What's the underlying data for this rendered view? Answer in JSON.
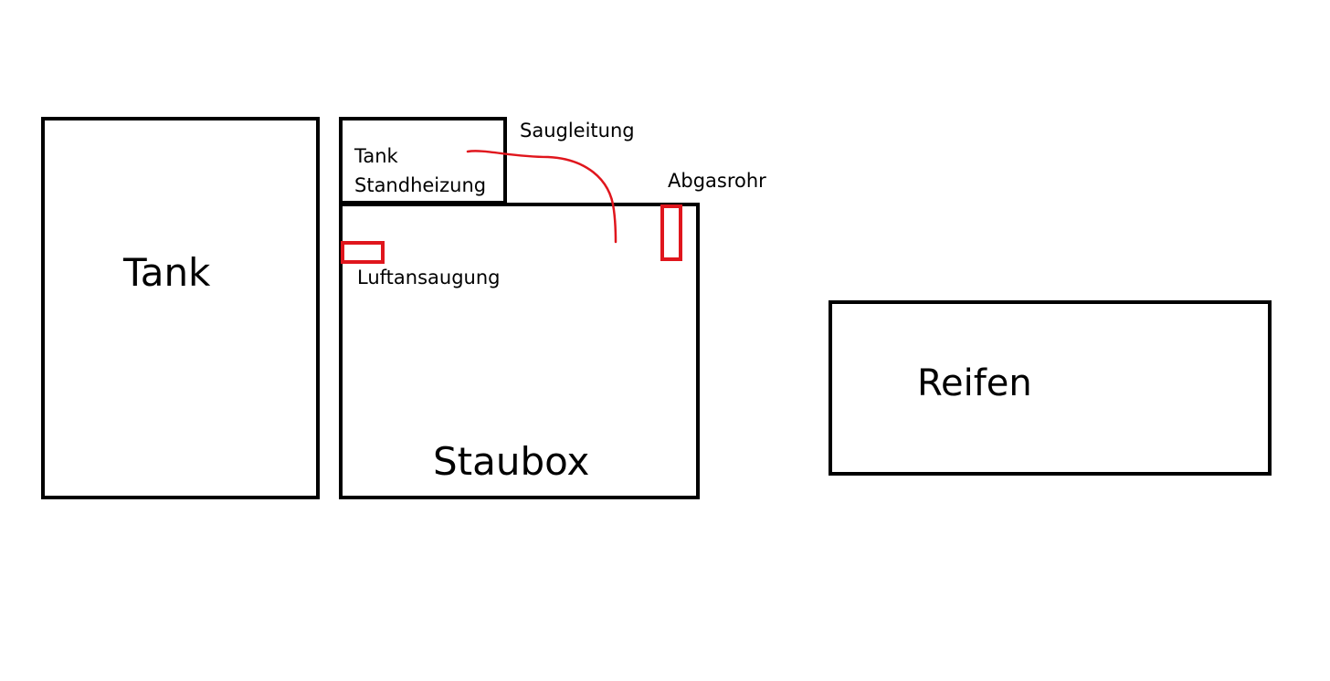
{
  "diagram": {
    "tank": {
      "label": "Tank"
    },
    "staubox": {
      "label": "Staubox"
    },
    "heater_tank": {
      "line1": "Tank",
      "line2": "Standheizung"
    },
    "reifen": {
      "label": "Reifen"
    },
    "annotations": {
      "saugleitung": "Saugleitung",
      "abgasrohr": "Abgasrohr",
      "luftansaugung": "Luftansaugung"
    },
    "colors": {
      "outline": "#000000",
      "marker": "#e0161d",
      "background": "#ffffff"
    }
  }
}
